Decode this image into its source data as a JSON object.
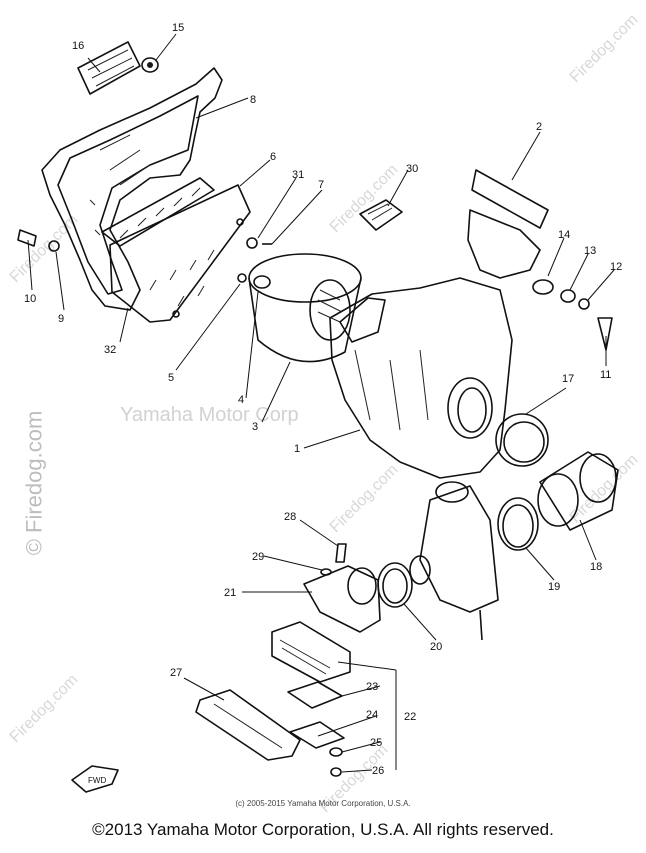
{
  "copyright": "©2013 Yamaha Motor Corporation, U.S.A. All rights reserved.",
  "inner_credit": "(c) 2005-2015 Yamaha Motor Corporation, U.S.A.",
  "watermarks": {
    "center": "Yamaha Motor Corp",
    "side": "© Firedog.com",
    "diagonal": "Firedog.com"
  },
  "callouts": {
    "p1": "1",
    "p2": "2",
    "p3": "3",
    "p4": "4",
    "p5": "5",
    "p6": "6",
    "p7": "7",
    "p8": "8",
    "p9": "9",
    "p10": "10",
    "p11": "11",
    "p12": "12",
    "p13": "13",
    "p14": "14",
    "p15": "15",
    "p16": "16",
    "p17": "17",
    "p18": "18",
    "p19": "19",
    "p20": "20",
    "p21": "21",
    "p22": "22",
    "p23": "23",
    "p24": "24",
    "p25": "25",
    "p26": "26",
    "p27": "27",
    "p28": "28",
    "p29": "29",
    "p30": "30",
    "p31": "31",
    "p32": "32"
  },
  "fwd_label": "FWD"
}
